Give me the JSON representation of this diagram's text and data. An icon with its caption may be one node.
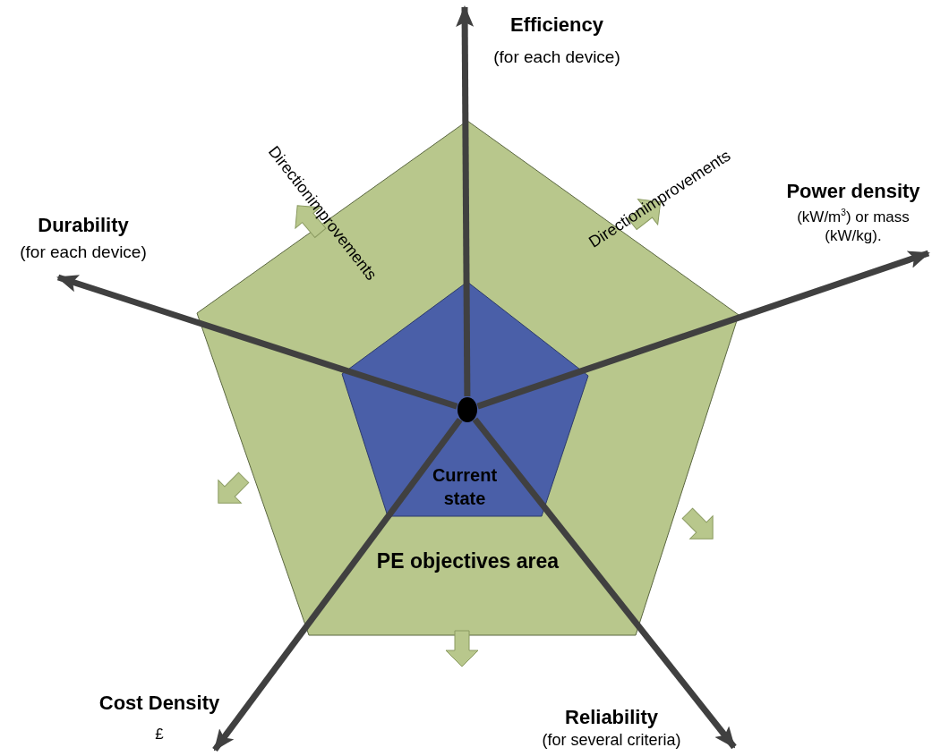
{
  "diagram": {
    "nodes": [
      {
        "text": [
          "PE objectives area"
        ]
      },
      {
        "text": [
          "Current state"
        ],
        "in": 0
      },
      {
        "text": [],
        "shape": "circle",
        "in": 1
      },
      {
        "text": [
          "Efficiency",
          "(for each device)"
        ]
      },
      {
        "text": [
          "Power density",
          "(kW/m$^{3}$) or mass (kW/kg)."
        ]
      },
      {
        "text": [
          "Durability",
          "(for each device)"
        ]
      },
      {
        "text": [
          "Cost Density",
          "£"
        ]
      },
      {
        "text": [
          "Reliability",
          "(for several criteria)"
        ]
      }
    ],
    "edges": [
      {
        "from": 2,
        "to": 3,
        "arrow": "to"
      },
      {
        "from": 2,
        "to": 4,
        "arrow": "to"
      },
      {
        "from": 2,
        "to": 5,
        "arrow": "to"
      },
      {
        "from": 2,
        "to": 6,
        "arrow": "to"
      },
      {
        "from": 2,
        "to": 7,
        "arrow": "to"
      }
    ],
    "labels": [
      "Directionimprovements",
      "Directionimprovements"
    ]
  }
}
